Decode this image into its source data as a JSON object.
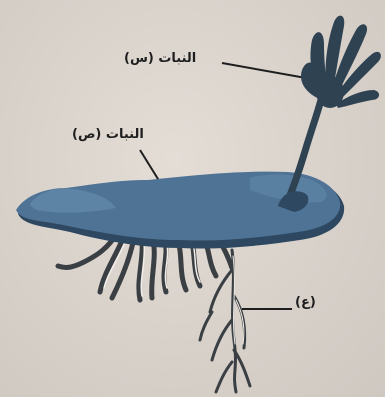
{
  "labels": {
    "sporophyte": "النبات (س)",
    "gametophyte": "النبات (ص)",
    "rhizoid": "(ع)"
  },
  "colors": {
    "thallus": "#4f7395",
    "thallus_dark": "#2d4860",
    "frond": "#2f4252",
    "roots": "#3a3f44",
    "root_highlight": "#f2eee9",
    "background": "#d9d2cb"
  }
}
